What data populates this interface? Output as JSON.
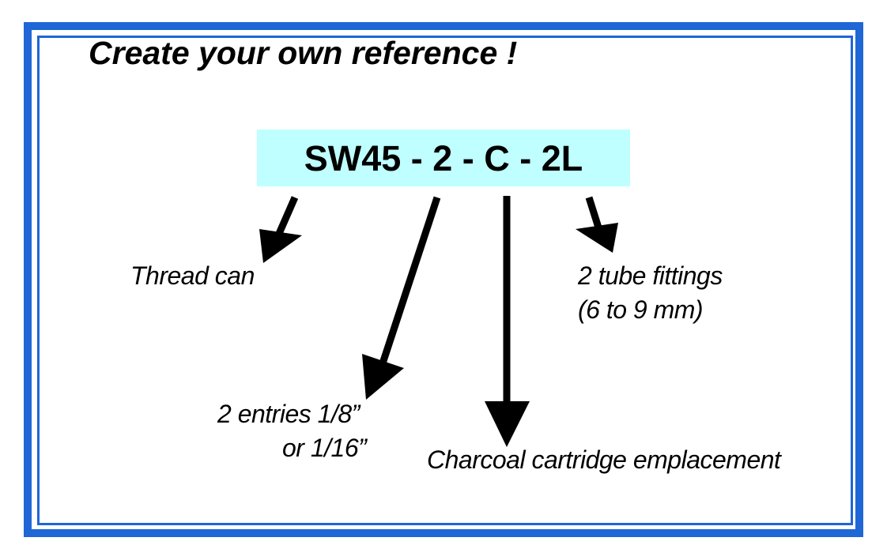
{
  "title": "Create your own reference !",
  "reference_code": "SW45 - 2 - C - 2L",
  "labels": {
    "thread_can": "Thread can",
    "tube_fittings_line1": "2 tube fittings",
    "tube_fittings_line2": "(6 to 9 mm)",
    "entries_line1": "2 entries 1/8”",
    "entries_line2": "or 1/16”",
    "charcoal": "Charcoal cartridge emplacement"
  },
  "colors": {
    "border": "#1f66d6",
    "code_background": "#bfffff"
  }
}
